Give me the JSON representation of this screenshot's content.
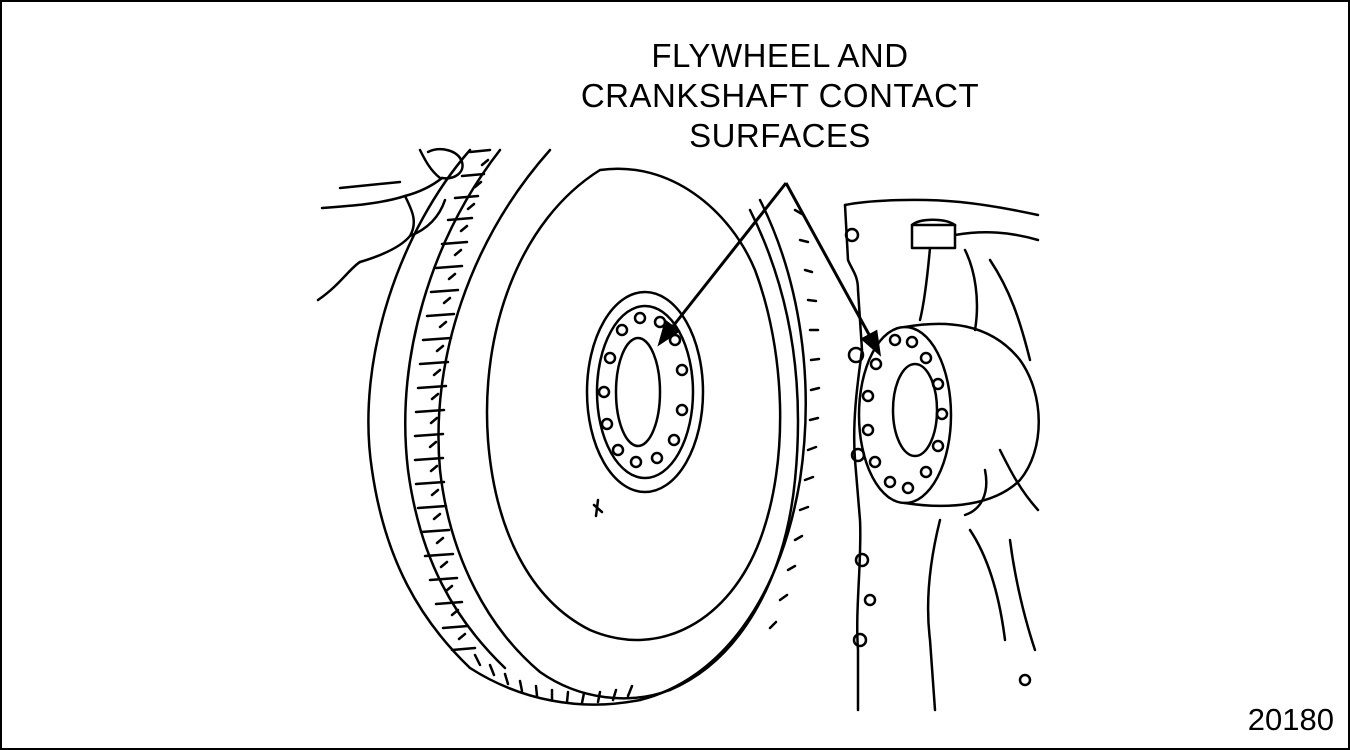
{
  "callout": {
    "line1": "FLYWHEEL AND",
    "line2": "CRANKSHAFT CONTACT",
    "line3": "SURFACES"
  },
  "figure_number": "20180",
  "colors": {
    "ink": "#000000",
    "paper": "#ffffff"
  }
}
